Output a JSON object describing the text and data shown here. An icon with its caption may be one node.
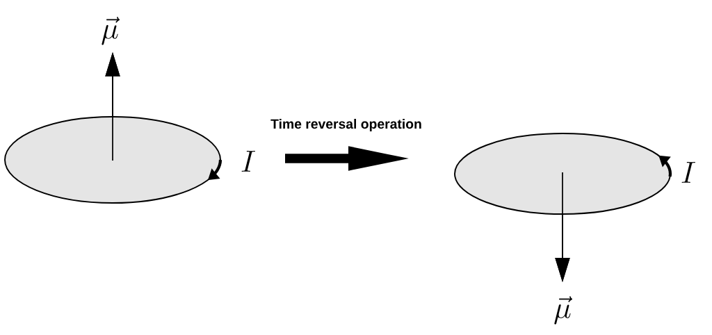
{
  "diagram": {
    "nodes": [
      {
        "text": [],
        "shape": "ellipse"
      },
      {
        "text": [],
        "shape": "ellipse"
      }
    ],
    "labels": [
      "\\vec{\\mu}",
      "**Time reversal operation**",
      "I",
      "I",
      "\\vec{\\mu}"
    ]
  }
}
